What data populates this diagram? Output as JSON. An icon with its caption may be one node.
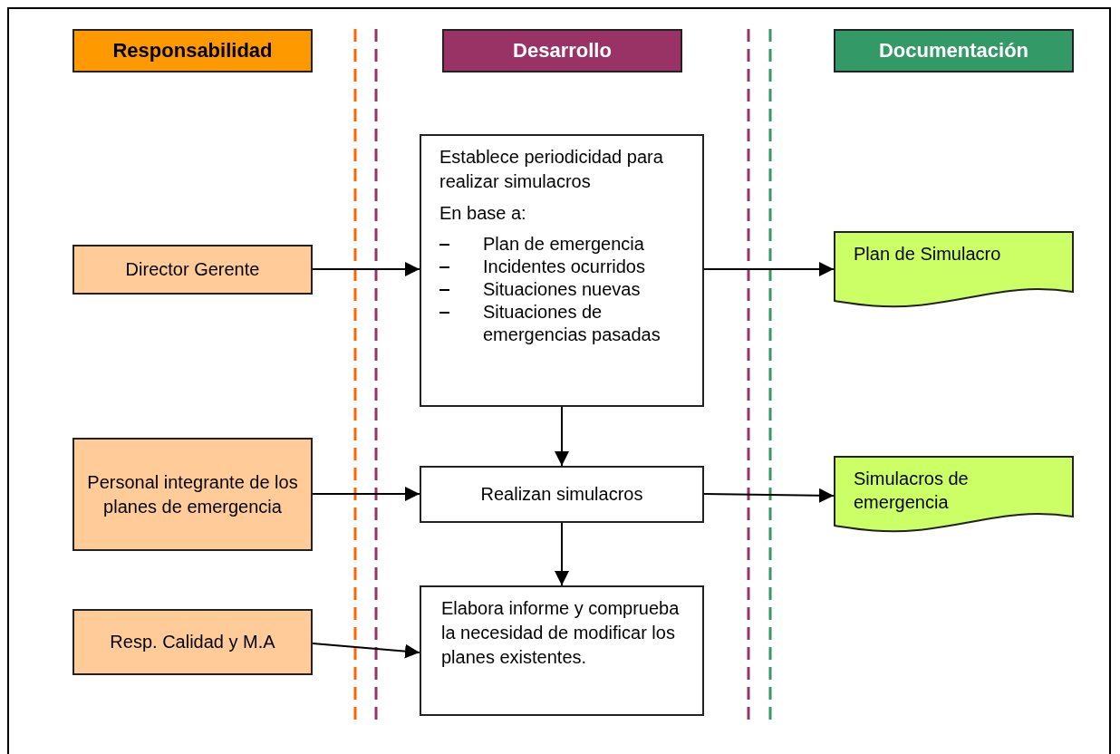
{
  "diagram": {
    "nodes": [
      {
        "text": [
          "Responsabilidad"
        ]
      },
      {
        "text": [
          "Desarrollo"
        ]
      },
      {
        "text": [
          "Documentación"
        ]
      },
      {
        "text": [
          "Director Gerente"
        ]
      },
      {
        "text": [
          "Establece periodicidad para realizar simulacros",
          "En base a:",
          "Plan de emergencia",
          "Incidentes ocurridos",
          "Situaciones nuevas",
          "Situaciones de emergencias pasadas"
        ]
      },
      {
        "text": [
          "Plan de Simulacro"
        ]
      },
      {
        "text": [
          "Personal integrante de los planes de emergencia"
        ]
      },
      {
        "text": [
          "Realizan simulacros"
        ]
      },
      {
        "text": [
          "Simulacros de emergencia"
        ]
      },
      {
        "text": [
          "Resp. Calidad y M.A"
        ]
      },
      {
        "text": [
          "Elabora informe y comprueba la necesidad de modificar los planes existentes."
        ]
      }
    ],
    "edges": [
      {
        "from": 3,
        "to": 4,
        "arrow": "to"
      },
      {
        "from": 4,
        "to": 5,
        "arrow": "to"
      },
      {
        "from": 4,
        "to": 7,
        "arrow": "to"
      },
      {
        "from": 6,
        "to": 7,
        "arrow": "to"
      },
      {
        "from": 7,
        "to": 8,
        "arrow": "to"
      },
      {
        "from": 7,
        "to": 10,
        "arrow": "to"
      },
      {
        "from": 9,
        "to": 10,
        "arrow": "to"
      }
    ]
  }
}
